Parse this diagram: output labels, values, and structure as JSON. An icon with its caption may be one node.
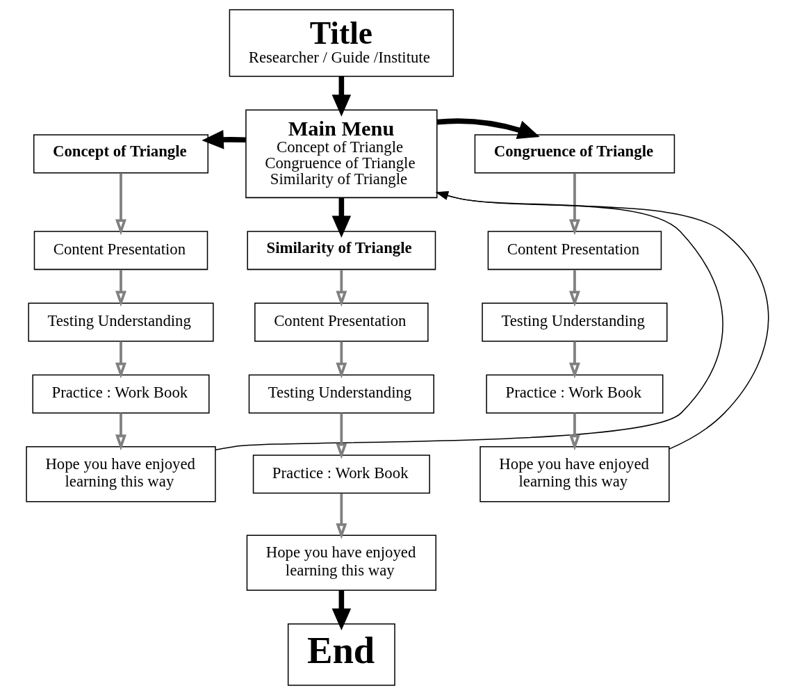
{
  "diagram": {
    "nodes": [
      {
        "text": [
          "Title",
          "Researcher / Guide /Institute"
        ]
      },
      {
        "text": [
          "Main Menu",
          "Concept of Triangle Congruence of Triangle Similarity of Triangle"
        ]
      },
      {
        "text": [
          "Concept of Triangle"
        ]
      },
      {
        "text": [
          "Congruence of Triangle"
        ]
      },
      {
        "text": [
          "Similarity of Triangle"
        ]
      },
      {
        "text": [
          "Content Presentation"
        ]
      },
      {
        "text": [
          "Testing Understanding"
        ]
      },
      {
        "text": [
          "Practice : Work Book"
        ]
      },
      {
        "text": [
          "Hope you have enjoyed learning this way"
        ]
      },
      {
        "text": [
          "Content Presentation"
        ]
      },
      {
        "text": [
          "Testing Understanding"
        ]
      },
      {
        "text": [
          "Practice : Work Book"
        ]
      },
      {
        "text": [
          "Hope you have enjoyed learning this way"
        ]
      },
      {
        "text": [
          "End"
        ]
      },
      {
        "text": [
          "Content Presentation"
        ]
      },
      {
        "text": [
          "Testing Understanding"
        ]
      },
      {
        "text": [
          "Practice : Work Book"
        ]
      },
      {
        "text": [
          "Hope you have enjoyed learning this way"
        ]
      }
    ],
    "edges": [
      {
        "from": 0,
        "to": 1,
        "arrow": "to",
        "style": "thick",
        "color": "#000000"
      },
      {
        "from": 1,
        "to": 2,
        "arrow": "to",
        "style": "thick",
        "color": "#000000"
      },
      {
        "from": 1,
        "to": 3,
        "arrow": "to",
        "style": "thick",
        "color": "#000000"
      },
      {
        "from": 1,
        "to": 4,
        "arrow": "to",
        "style": "thick",
        "color": "#000000"
      },
      {
        "from": 2,
        "to": 5,
        "arrow": "to"
      },
      {
        "from": 5,
        "to": 6,
        "arrow": "to"
      },
      {
        "from": 6,
        "to": 7,
        "arrow": "to"
      },
      {
        "from": 7,
        "to": 8,
        "arrow": "to"
      },
      {
        "from": 8,
        "to": 1,
        "arrow": "to",
        "color": "#000000"
      },
      {
        "from": 4,
        "to": 9,
        "arrow": "to"
      },
      {
        "from": 9,
        "to": 10,
        "arrow": "to"
      },
      {
        "from": 10,
        "to": 11,
        "arrow": "to"
      },
      {
        "from": 11,
        "to": 12,
        "arrow": "to"
      },
      {
        "from": 12,
        "to": 13,
        "arrow": "to",
        "style": "thick",
        "color": "#000000"
      },
      {
        "from": 3,
        "to": 14,
        "arrow": "to"
      },
      {
        "from": 14,
        "to": 15,
        "arrow": "to"
      },
      {
        "from": 15,
        "to": 16,
        "arrow": "to"
      },
      {
        "from": 16,
        "to": 17,
        "arrow": "to"
      },
      {
        "from": 17,
        "to": 1,
        "arrow": "to",
        "color": "#000000"
      }
    ]
  }
}
